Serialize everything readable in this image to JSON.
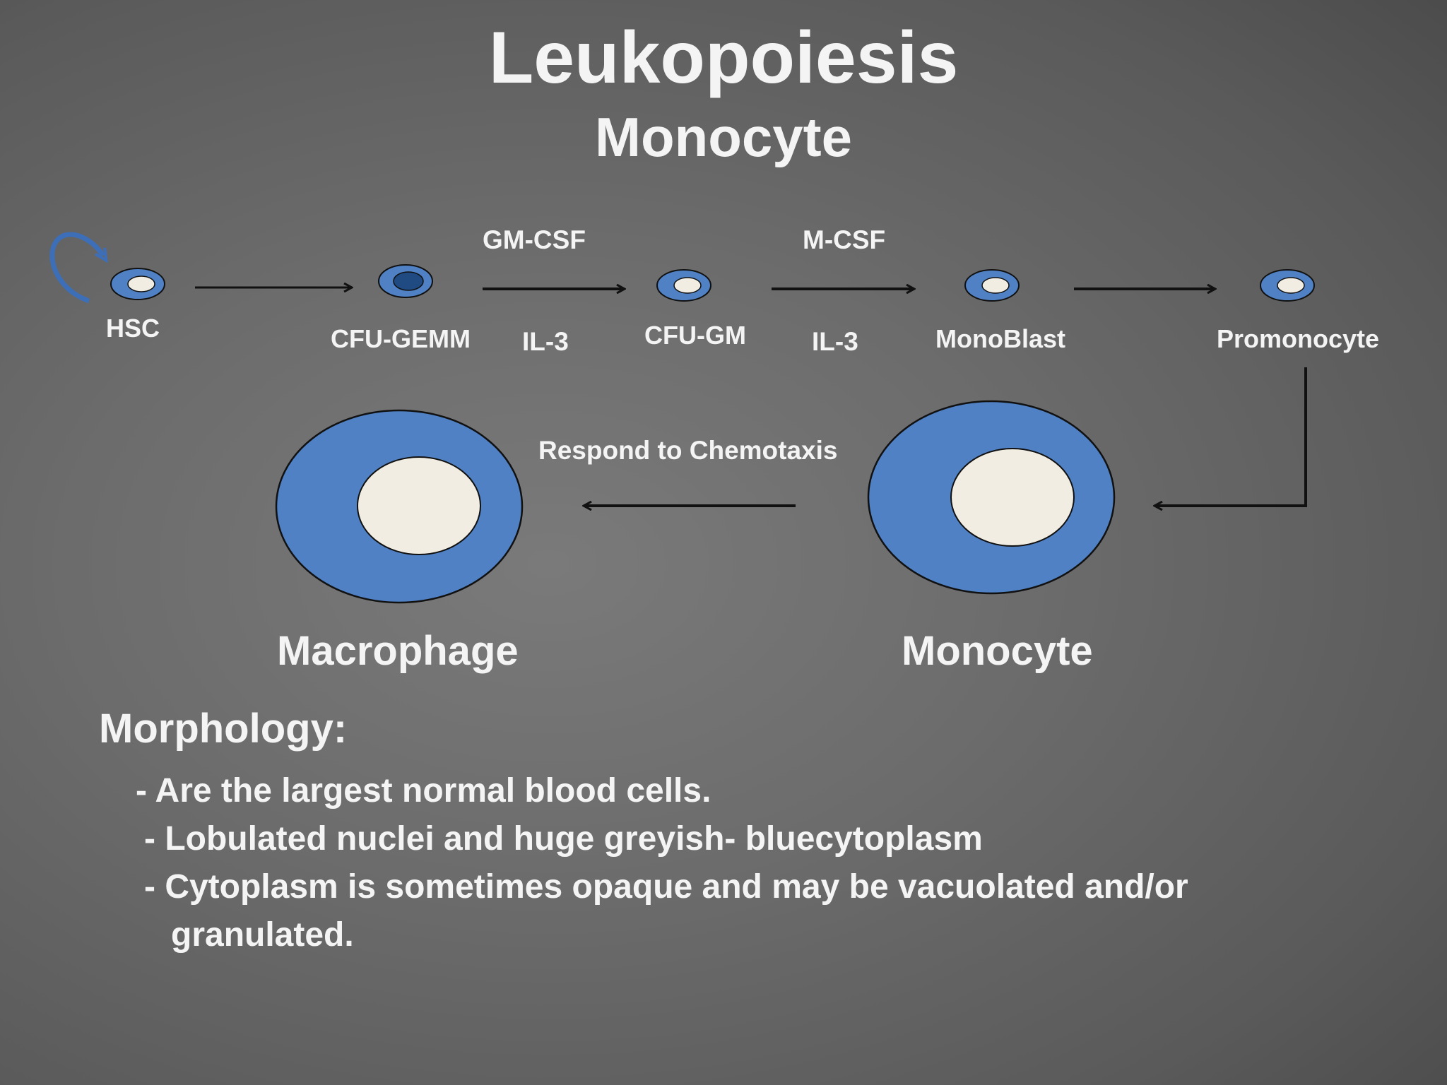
{
  "title": "Leukopoiesis",
  "subtitle": "Monocyte",
  "pathway": {
    "cells": [
      {
        "label": "HSC"
      },
      {
        "label": "CFU-GEMM"
      },
      {
        "label": "CFU-GM"
      },
      {
        "label": "MonoBlast"
      },
      {
        "label": "Promonocyte"
      }
    ],
    "factors": [
      {
        "top": "GM-CSF",
        "bottom": "IL-3"
      },
      {
        "top": "M-CSF",
        "bottom": "IL-3"
      }
    ]
  },
  "mature": {
    "macrophage_label": "Macrophage",
    "monocyte_label": "Monocyte",
    "arrow_label": "Respond to Chemotaxis"
  },
  "morphology": {
    "heading": "Morphology:",
    "bullets": [
      "- Are the largest normal blood cells.",
      "- Lobulated nuclei and huge greyish- bluecytoplasm",
      "- Cytoplasm is sometimes opaque and may be vacuolated and/or",
      "granulated."
    ]
  },
  "colors": {
    "cytoplasm": "#4f81c4",
    "nucleus": "#f1ede2",
    "dark_nucleus": "#1f4a82",
    "arrow": "#111111",
    "self_renewal": "#3d6fb8"
  }
}
